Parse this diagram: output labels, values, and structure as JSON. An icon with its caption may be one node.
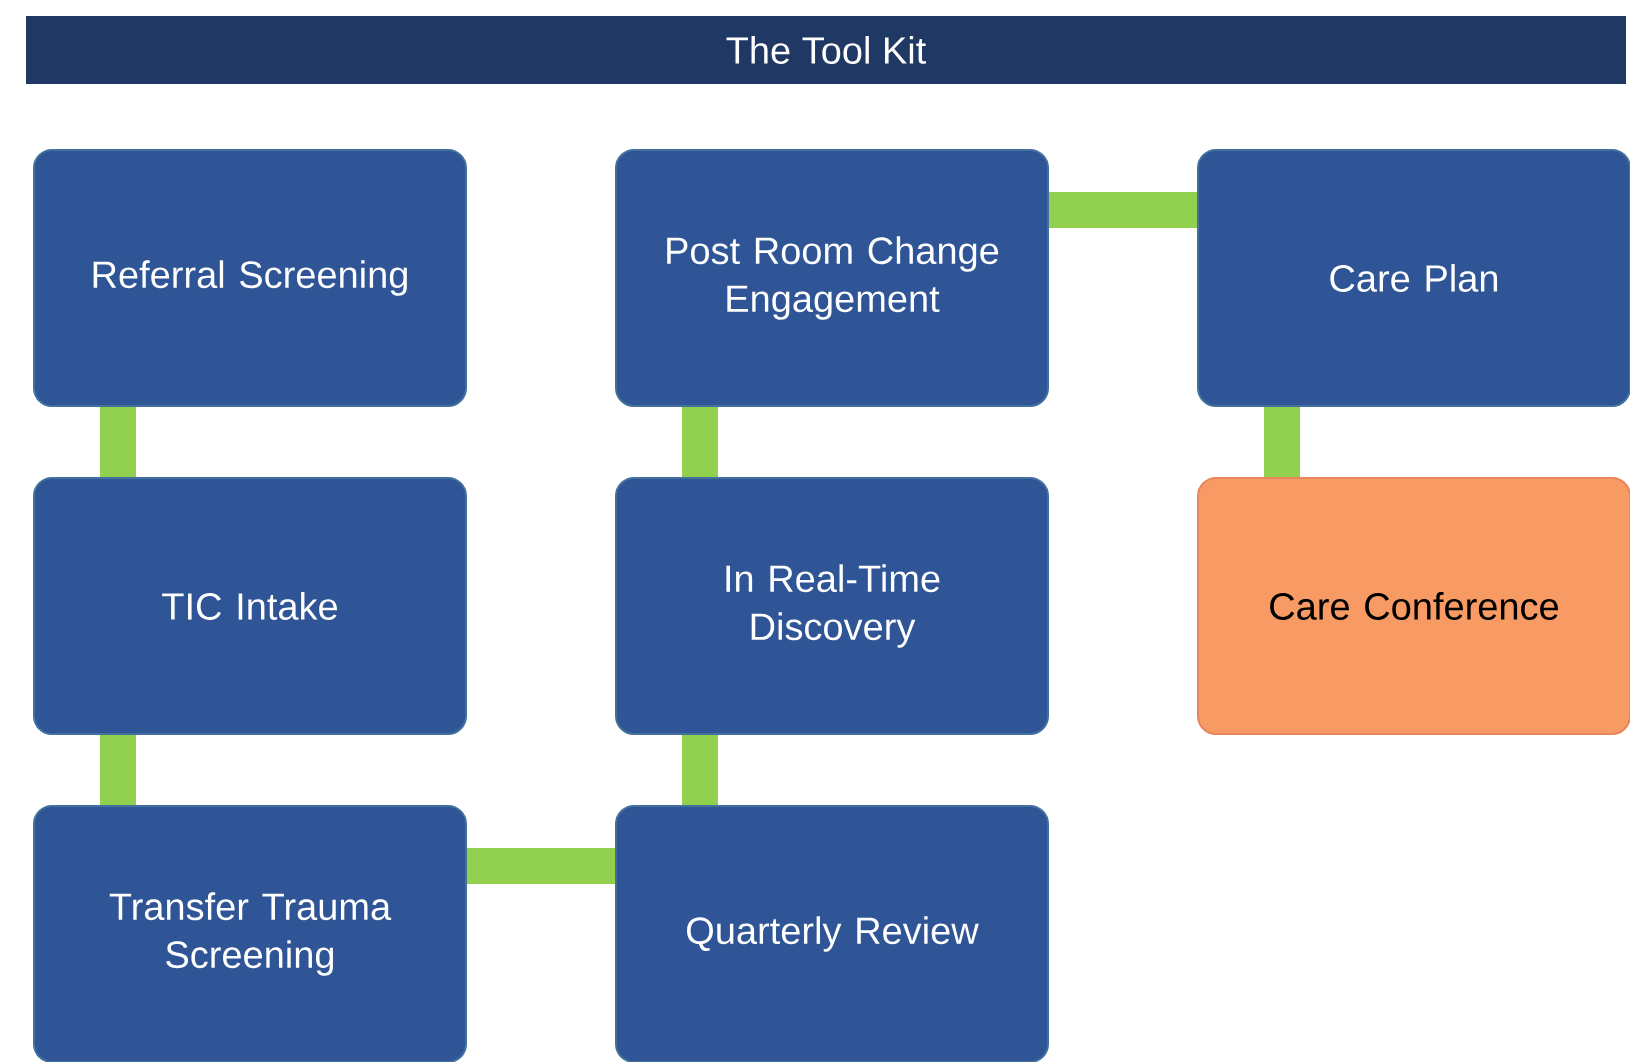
{
  "diagram": {
    "title": "The Tool Kit",
    "nodes": [
      {
        "text": [
          "Referral Screening"
        ]
      },
      {
        "text": [
          "TIC Intake"
        ]
      },
      {
        "text": [
          "Transfer Trauma Screening"
        ]
      },
      {
        "text": [
          "Quarterly Review"
        ]
      },
      {
        "text": [
          "In Real-Time Discovery"
        ]
      },
      {
        "text": [
          "Post Room Change Engagement"
        ]
      },
      {
        "text": [
          "Care Plan"
        ]
      },
      {
        "text": [
          "Care Conference"
        ]
      }
    ],
    "edges": [
      {
        "from": 0,
        "to": 1,
        "arrow": "none"
      },
      {
        "from": 1,
        "to": 2,
        "arrow": "none"
      },
      {
        "from": 2,
        "to": 3,
        "arrow": "none"
      },
      {
        "from": 3,
        "to": 4,
        "arrow": "none"
      },
      {
        "from": 4,
        "to": 5,
        "arrow": "none"
      },
      {
        "from": 5,
        "to": 6,
        "arrow": "none"
      },
      {
        "from": 6,
        "to": 7,
        "arrow": "none"
      }
    ]
  }
}
